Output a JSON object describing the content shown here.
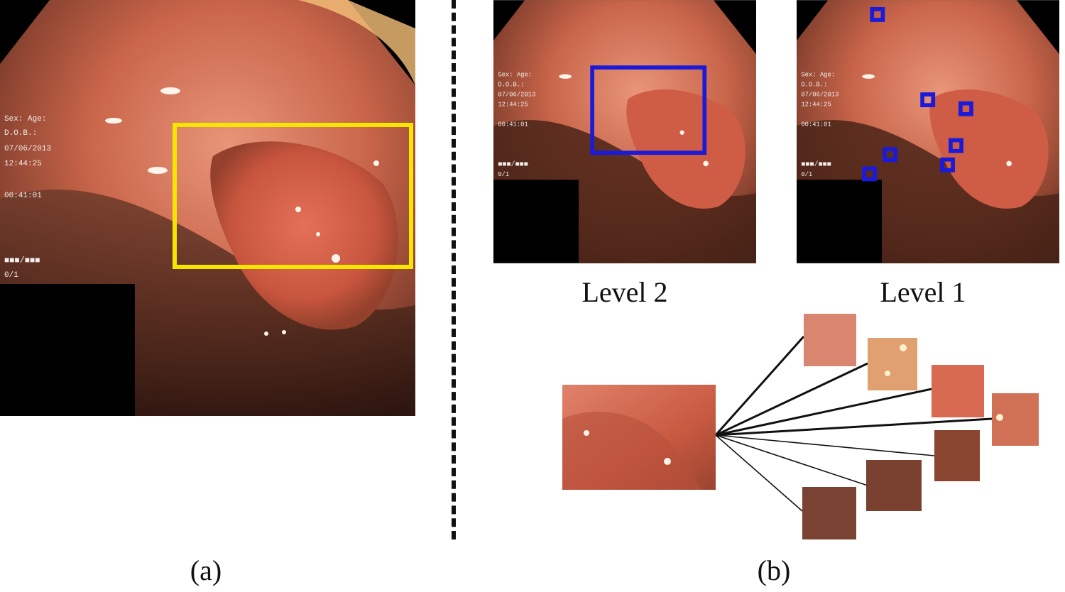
{
  "panel_a": {
    "overlay_lines": [
      "Sex:  Age:",
      "D.O.B.:",
      "07/06/2013",
      "12:44:25",
      "00:41:01",
      "■■■/■■■",
      "0/1"
    ],
    "label": "(a)",
    "box_color": "#f4e600"
  },
  "panel_b": {
    "label": "(b)",
    "level2_label": "Level 2",
    "level1_label": "Level 1",
    "level2_box_color": "#1a1ad8",
    "level1_marker_color": "#1a1ad8"
  },
  "divider": {
    "style": "dashed",
    "color": "#111111"
  }
}
